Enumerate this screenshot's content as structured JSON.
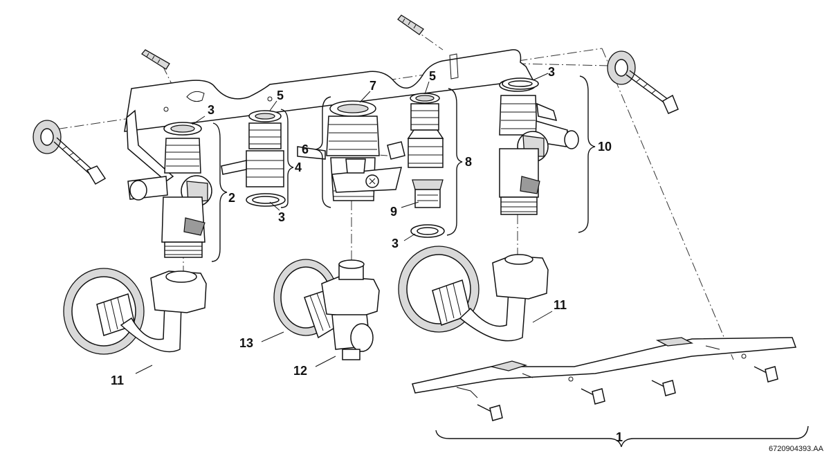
{
  "labels": {
    "n1": "1",
    "n2": "2",
    "n3a": "3",
    "n3b": "3",
    "n3c": "3",
    "n3d": "3",
    "n4": "4",
    "n5a": "5",
    "n5b": "5",
    "n6": "6",
    "n7": "7",
    "n8": "8",
    "n9": "9",
    "n10": "10",
    "n11a": "11",
    "n11b": "11",
    "n12": "12",
    "n13": "13"
  },
  "drawing_code": "6720904393.AA",
  "colors": {
    "line": "#111111",
    "fill": "#ffffff",
    "shade": "#d9d9d9"
  }
}
